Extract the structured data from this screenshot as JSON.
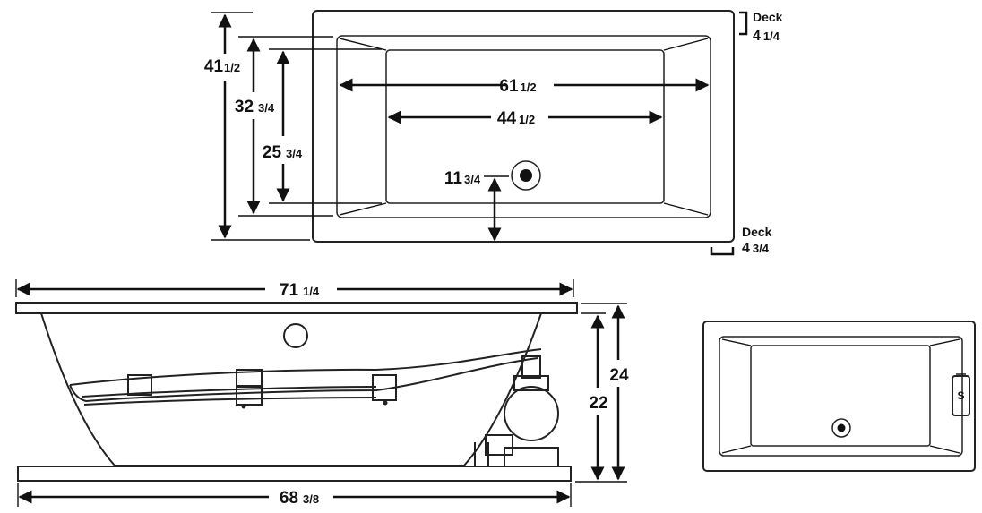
{
  "top_view": {
    "overall_width": {
      "whole": "61",
      "frac": "1/2"
    },
    "basin_width": {
      "whole": "44",
      "frac": "1/2"
    },
    "overall_depth": {
      "whole": "41",
      "frac": "1/2"
    },
    "rim_depth": {
      "whole": "32",
      "frac": "3/4"
    },
    "basin_depth": {
      "whole": "25",
      "frac": "3/4"
    },
    "drain_offset": {
      "whole": "11",
      "frac": "3/4"
    },
    "deck_top": {
      "label": "Deck",
      "whole": "4",
      "frac": "1/4"
    },
    "deck_bottom": {
      "label": "Deck",
      "whole": "4",
      "frac": "3/4"
    }
  },
  "side_view": {
    "top_length": {
      "whole": "71",
      "frac": "1/4"
    },
    "base_length": {
      "whole": "68",
      "frac": "3/8"
    },
    "height_inner": "22",
    "height_outer": "24"
  },
  "small_view": {
    "control_label": "S"
  }
}
